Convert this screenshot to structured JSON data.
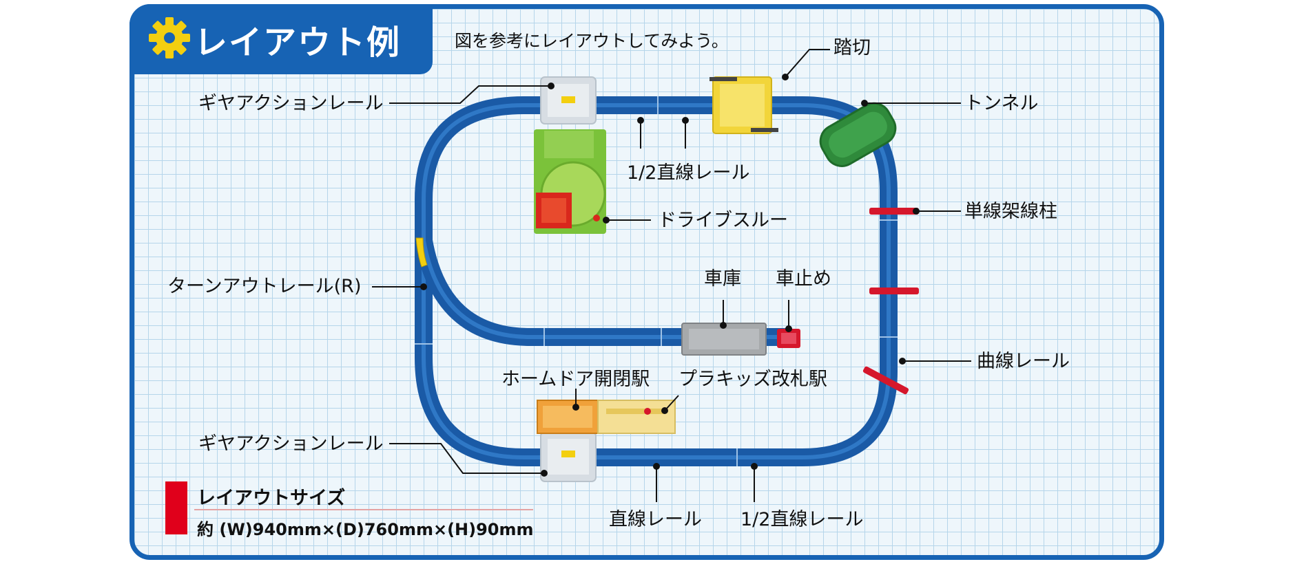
{
  "title": "レイアウト例",
  "intro": "図を参考にレイアウトしてみよう。",
  "labels": {
    "gear_action_rail_top": "ギヤアクションレール",
    "crossing": "踏切",
    "tunnel": "トンネル",
    "half_straight_top": "1/2直線レール",
    "drive_through": "ドライブスルー",
    "single_pole": "単線架線柱",
    "turnout": "ターンアウトレール(R)",
    "garage": "車庫",
    "buffer_stop": "車止め",
    "curve_rail": "曲線レール",
    "home_door_station": "ホームドア開閉駅",
    "plakids_gate_station": "プラキッズ改札駅",
    "gear_action_rail_bottom": "ギヤアクションレール",
    "straight_rail": "直線レール",
    "half_straight_bottom": "1/2直線レール"
  },
  "layout_size": {
    "title": "レイアウトサイズ",
    "value": "約 (W)940mm×(D)760mm×(H)90mm"
  },
  "colors": {
    "track": "#1a5aa6",
    "frame": "#1763b4",
    "accent_red": "#e0001b",
    "gear": "#f3cf10"
  }
}
